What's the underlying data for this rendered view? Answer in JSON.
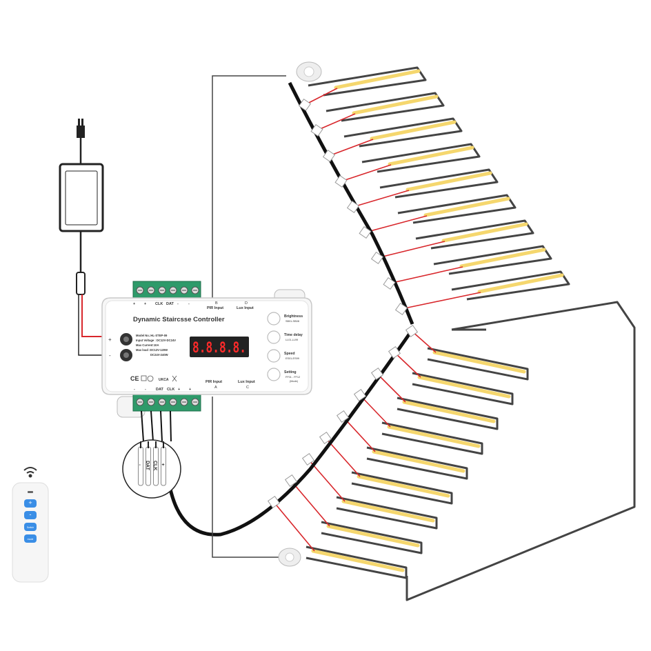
{
  "controller": {
    "title": "Dynamic Staircsse Controller",
    "display": "8.8.8.8.",
    "specs": [
      "Model No.:HL-STEP-09",
      "Input Voltage : DC12V-DC24V",
      "Max Current:10A",
      "Max load :DC12V-120W",
      "DC24V-240W"
    ],
    "top_terminal_labels": [
      "+",
      "+",
      "CLK",
      "DAT",
      "-",
      "-"
    ],
    "bottom_terminal_labels": [
      "-",
      "-",
      "DAT",
      "CLK",
      "+",
      "+"
    ],
    "top_inputs": [
      {
        "letter": "B",
        "label": "PIR Input"
      },
      {
        "letter": "D",
        "label": "Lux Input"
      }
    ],
    "bottom_inputs": [
      {
        "letter": "A",
        "label": "PIR Input"
      },
      {
        "letter": "C",
        "label": "Lux Input"
      }
    ],
    "buttons": [
      {
        "label": "Brightness",
        "sub": "SB01-SB08"
      },
      {
        "label": "Time delay",
        "sub": "LL01-LL99"
      },
      {
        "label": "Speed",
        "sub": "ES01-ES99"
      },
      {
        "label": "Setting",
        "sub": "FF01 - FF12",
        "sub2": "(Mode)"
      }
    ],
    "power_marks": [
      "+",
      "-"
    ],
    "cert_marks": [
      "CE",
      "UKCA"
    ]
  },
  "wire_labels": [
    "-",
    "DAT",
    "CLK",
    "+"
  ],
  "remote": {
    "buttons": [
      "+",
      "-",
      "Switch",
      "mode"
    ]
  },
  "staircase": {
    "upper_steps": 9,
    "lower_steps": 9
  },
  "colors": {
    "wire_red": "#d8262b",
    "wire_black": "#111111",
    "led_yellow": "#f5d76e",
    "terminal_green": "#2e9a6a",
    "stair_line": "#444444",
    "remote_button": "#3a8ee6"
  },
  "icons": [
    "power-plug-icon",
    "power-adapter-icon",
    "pir-sensor-icon",
    "wifi-signal-icon",
    "remote-control-icon"
  ]
}
